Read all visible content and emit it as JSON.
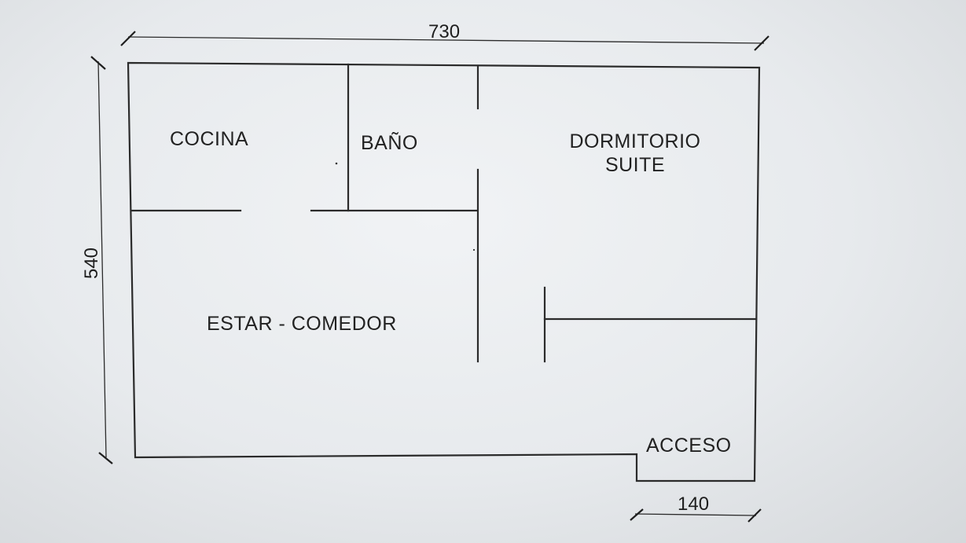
{
  "rooms": {
    "cocina": "COCINA",
    "bano": "BAÑO",
    "dormitorio_line1": "DORMITORIO",
    "dormitorio_line2": "SUITE",
    "estar_comedor": "ESTAR - COMEDOR",
    "acceso": "ACCESO"
  },
  "dimensions": {
    "width": "730",
    "height": "540",
    "acceso_width": "140"
  }
}
